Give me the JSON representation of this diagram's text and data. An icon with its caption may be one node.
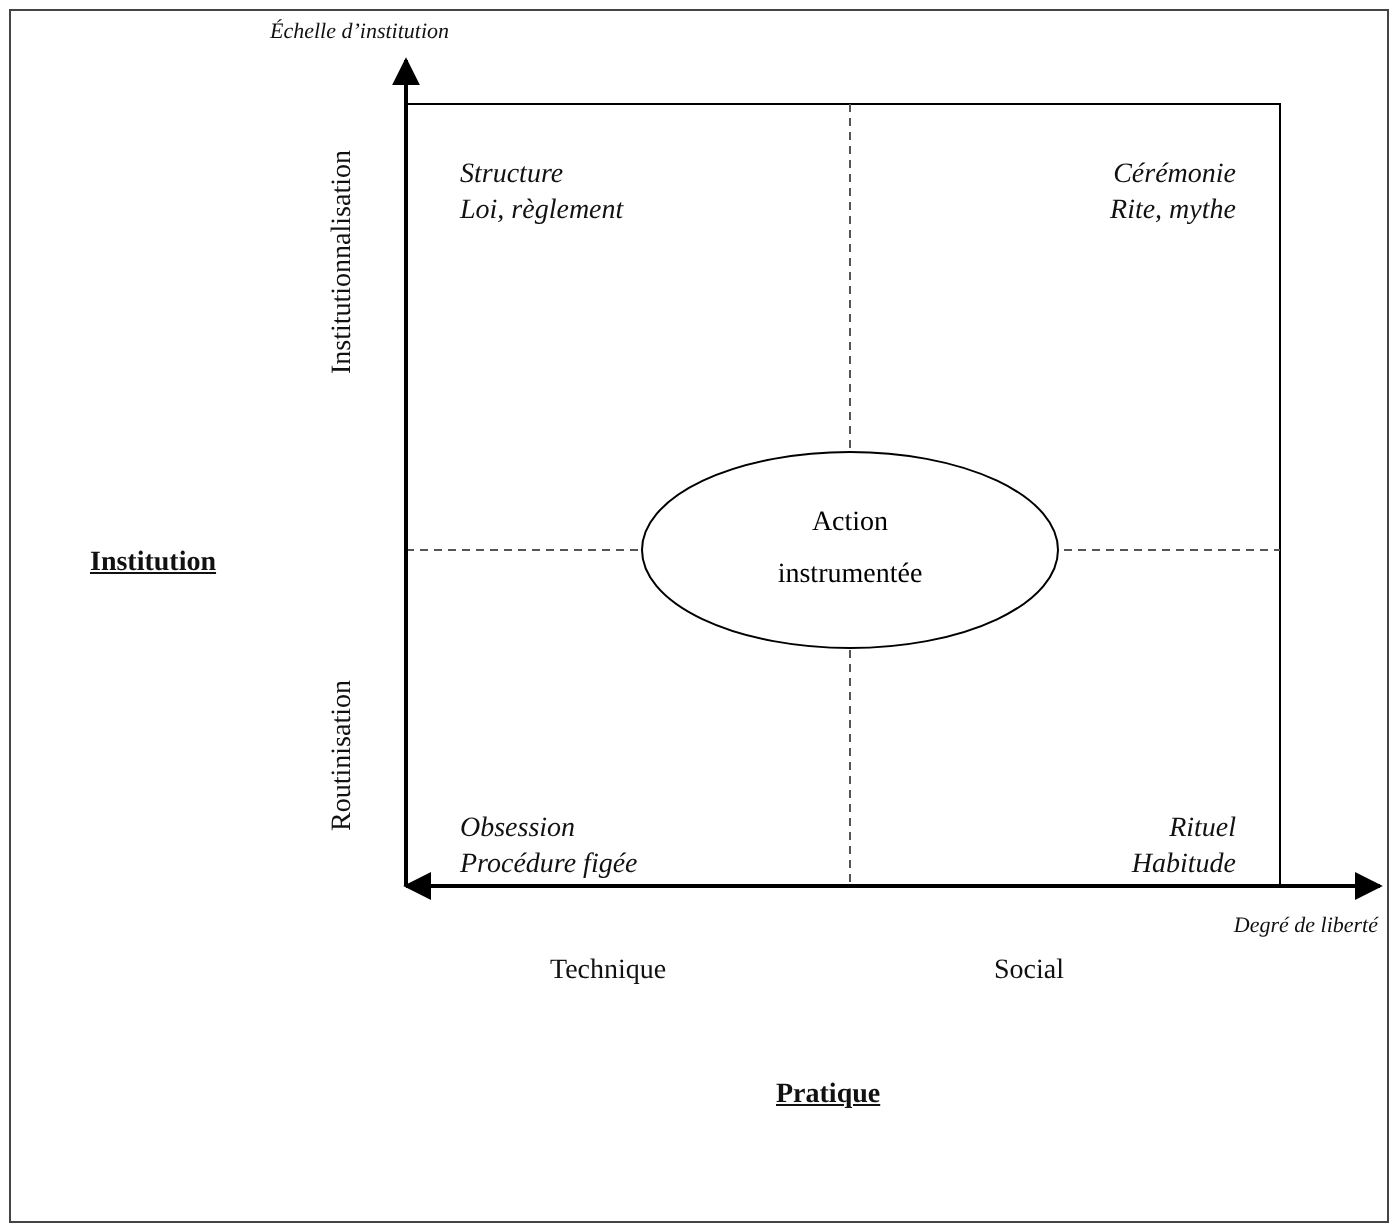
{
  "diagram": {
    "nodes": [
      {
        "text": [
          "Action instrumentée"
        ]
      }
    ],
    "edges": [],
    "labels": [
      "Échelle d’institution",
      "Institutionnalisation",
      "Structure",
      "Loi, règlement",
      "Cérémonie",
      "Rite, mythe",
      "Institution",
      "Routinisation",
      "Obsession",
      "Procédure figée",
      "Rituel",
      "Habitude",
      "Degré de liberté",
      "Technique",
      "Social",
      "Pratique"
    ]
  }
}
